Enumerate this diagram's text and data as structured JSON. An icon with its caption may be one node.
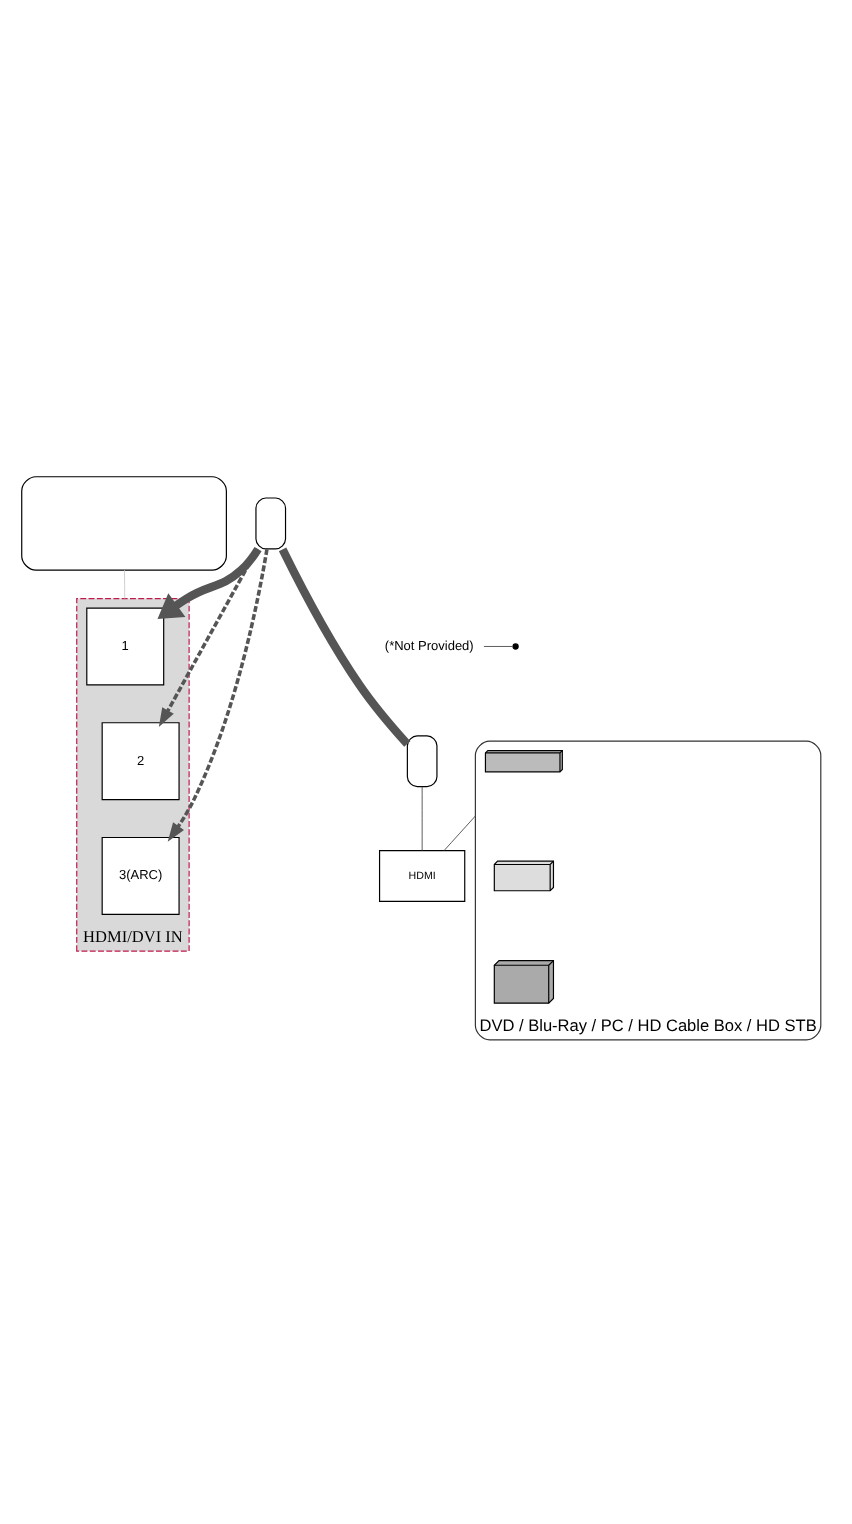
{
  "diagram": {
    "nodes": [
      {
        "text": [],
        "shape": "box"
      },
      {
        "text": [
          "HDMI/DVI IN"
        ]
      },
      {
        "text": [
          "1"
        ],
        "in": 1
      },
      {
        "text": [
          "2"
        ],
        "in": 1
      },
      {
        "text": [
          "3(ARC)"
        ],
        "in": 1
      },
      {
        "text": [],
        "shape": "box"
      },
      {
        "text": [],
        "shape": "box"
      },
      {
        "text": [],
        "shape": "box",
        "beside": [
          "DVD / Blu-Ray / PC / HD Cable Box / HD STB"
        ]
      },
      {
        "text": [],
        "shape": "picture",
        "in": 7
      },
      {
        "text": [],
        "shape": "picture",
        "in": 7
      },
      {
        "text": [],
        "shape": "picture",
        "in": 7
      },
      {
        "text": [
          "HDMI"
        ]
      },
      {
        "text": [
          "(*Not Provided)"
        ]
      }
    ],
    "edges": [
      {
        "from": 0,
        "to": 1,
        "arrow": "none",
        "color": "#cccccc"
      },
      {
        "from": 5,
        "to": 2,
        "arrow": "to",
        "style": "thick"
      },
      {
        "from": 5,
        "to": 3,
        "arrow": "to",
        "style": "dashed"
      },
      {
        "from": 5,
        "to": 4,
        "arrow": "to",
        "style": "dashed"
      },
      {
        "from": 5,
        "to": 6,
        "arrow": "none",
        "style": "thick"
      },
      {
        "from": 6,
        "to": 11,
        "arrow": "none"
      },
      {
        "from": 7,
        "to": 11,
        "arrow": "none"
      },
      {
        "from": 12,
        "to": null,
        "arrow": "none"
      }
    ]
  }
}
